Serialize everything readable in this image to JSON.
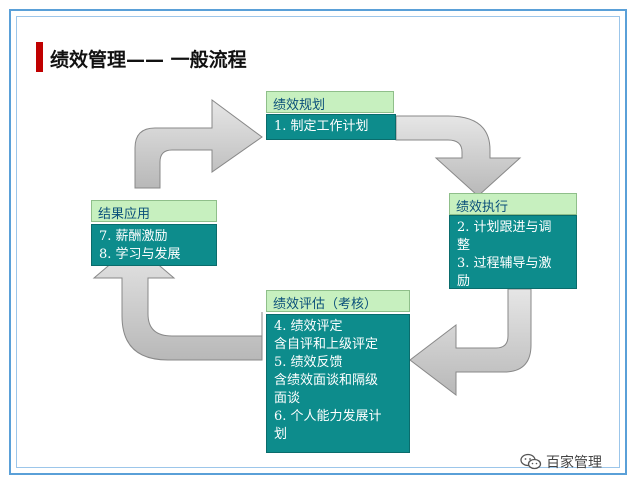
{
  "page": {
    "title": "绩效管理—— 一般流程"
  },
  "boxes": {
    "planning": {
      "header": "绩效规划",
      "lines": [
        "1. 制定工作计划"
      ]
    },
    "execution": {
      "header": "绩效执行",
      "lines": [
        "2. 计划跟进与调",
        "整",
        "3. 过程辅导与激",
        "励"
      ]
    },
    "evaluation": {
      "header": "绩效评估（考核）",
      "lines": [
        "4. 绩效评定",
        "含自评和上级评定",
        "5. 绩效反馈",
        "含绩效面谈和隔级",
        "面谈",
        "6. 个人能力发展计",
        "划"
      ]
    },
    "application": {
      "header": "结果应用",
      "lines": [
        "7. 薪酬激励",
        "8. 学习与发展"
      ]
    }
  },
  "watermark": {
    "text": "百家管理",
    "icon": "wechat-icon"
  },
  "colors": {
    "header_bg": "#c7f0bf",
    "body_bg": "#0d8c8c",
    "arrow": "#c8c8c8",
    "accent": "#c00000"
  }
}
